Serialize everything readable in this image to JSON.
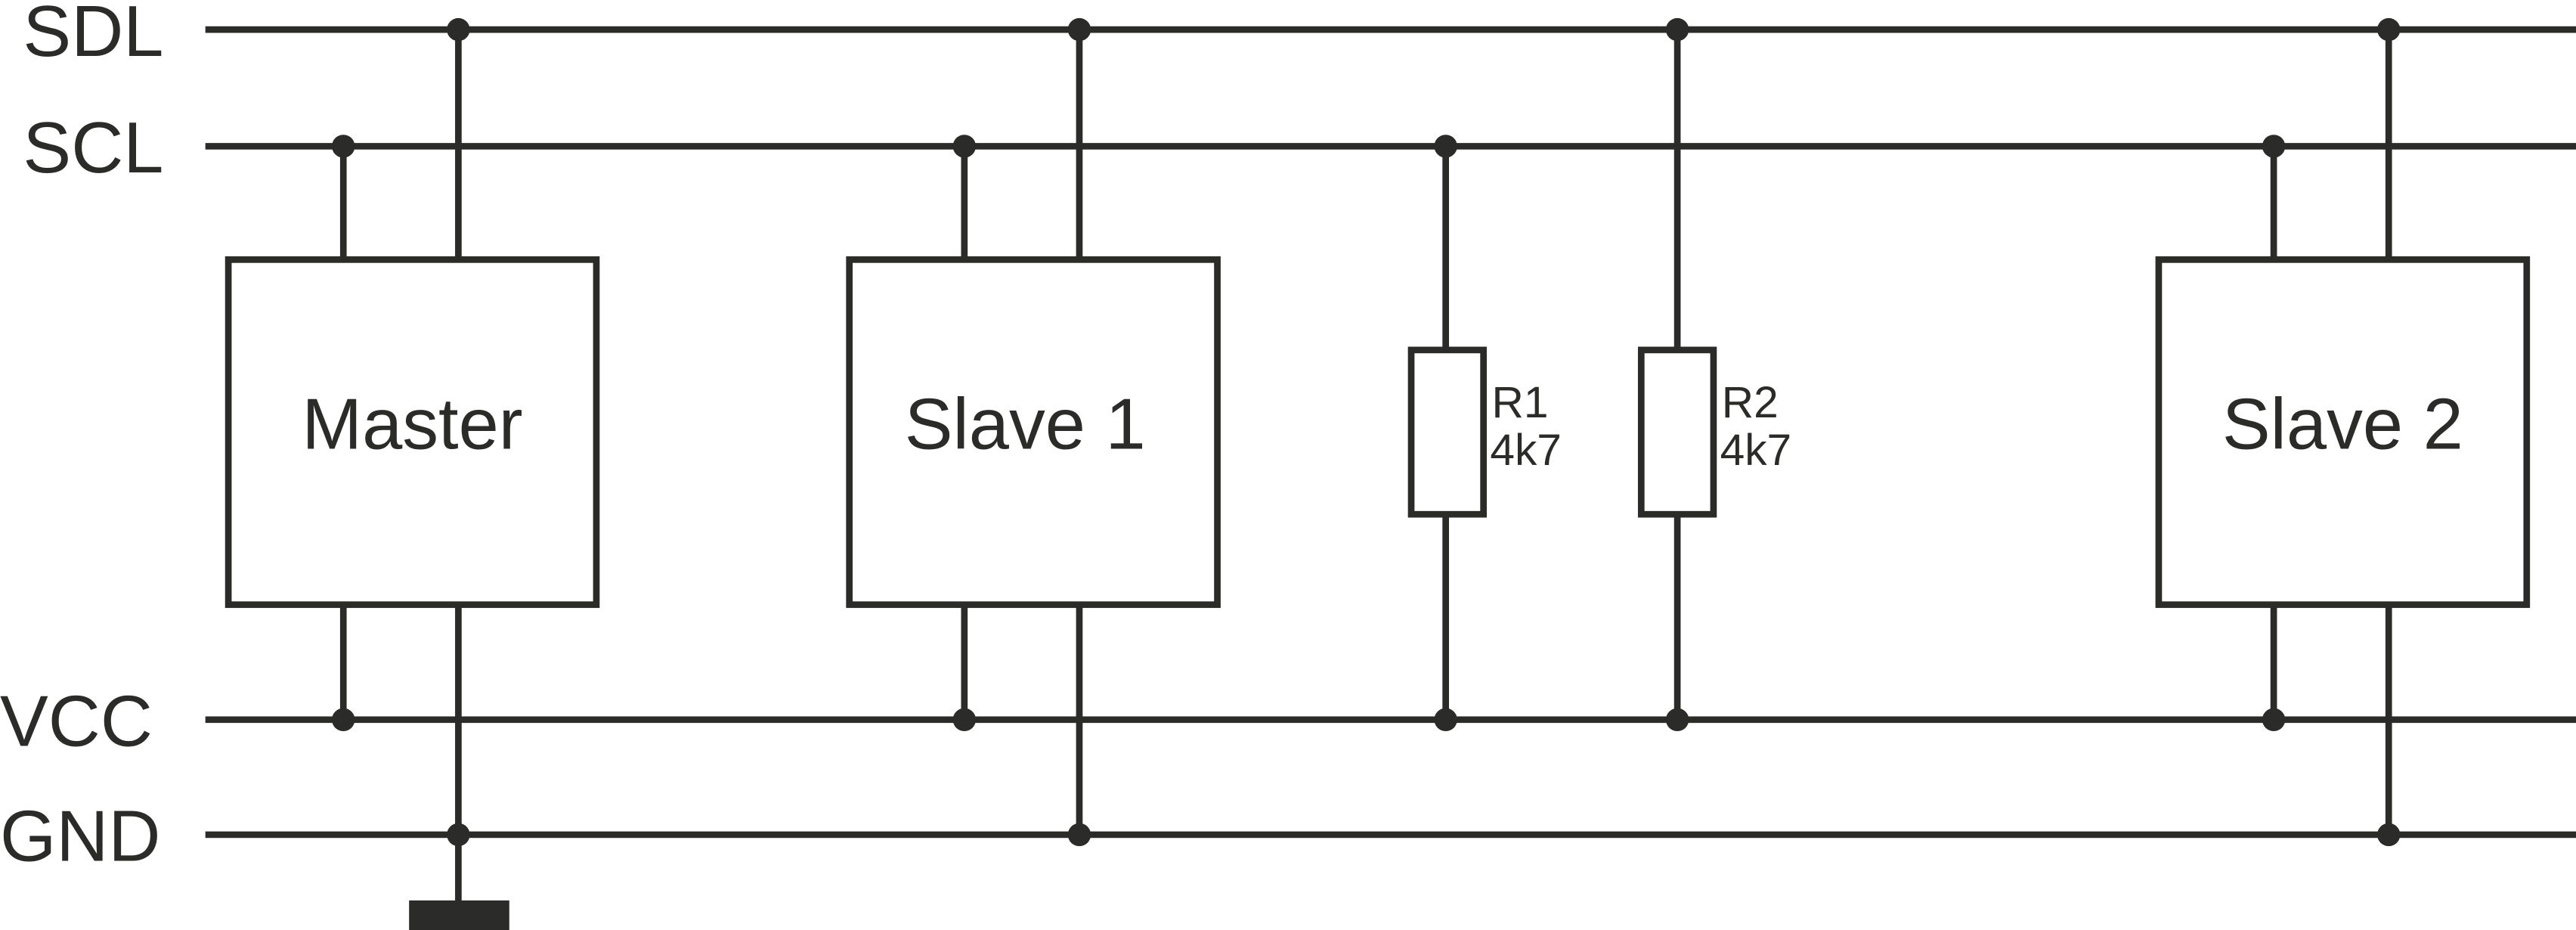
{
  "diagram": {
    "buses": {
      "sdl": "SDL",
      "scl": "SCL",
      "vcc": "VCC",
      "gnd": "GND"
    },
    "blocks": {
      "master": "Master",
      "slave1": "Slave 1",
      "slave2": "Slave 2"
    },
    "resistors": [
      {
        "name": "R1",
        "value": "4k7"
      },
      {
        "name": "R2",
        "value": "4k7"
      }
    ],
    "colors": {
      "line": "#2b2b29",
      "background": "#ffffff"
    }
  }
}
